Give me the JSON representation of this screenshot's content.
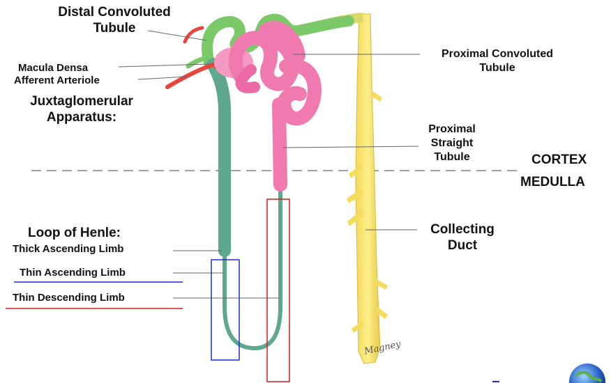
{
  "labels": {
    "distal": [
      "Distal Convoluted",
      "Tubule"
    ],
    "macula_densa": "Macula Densa",
    "afferent": "Afferent Arteriole",
    "juxta": [
      "Juxtaglomerular",
      "Apparatus:"
    ],
    "proximal_convoluted": [
      "Proximal Convoluted",
      "Tubule"
    ],
    "proximal_straight": [
      "Proximal",
      "Straight",
      "Tubule"
    ],
    "cortex": "CORTEX",
    "medulla": "MEDULLA",
    "loop_of_henle": "Loop of Henle:",
    "thick_ascending": "Thick Ascending Limb",
    "thin_ascending": "Thin Ascending Limb",
    "thin_descending": "Thin Descending Limb",
    "collecting": [
      "Collecting",
      "Duct"
    ],
    "signature": "Magney"
  },
  "colors": {
    "tubule_green": "#5fa890",
    "distal_green": "#7cc96a",
    "pink": "#f07ab0",
    "yellow": "#f7e36a",
    "arteriole_red": "#e8453c",
    "highlight_blue": "#1b2fd8",
    "highlight_red": "#d81b1b",
    "divider": "#999999"
  }
}
